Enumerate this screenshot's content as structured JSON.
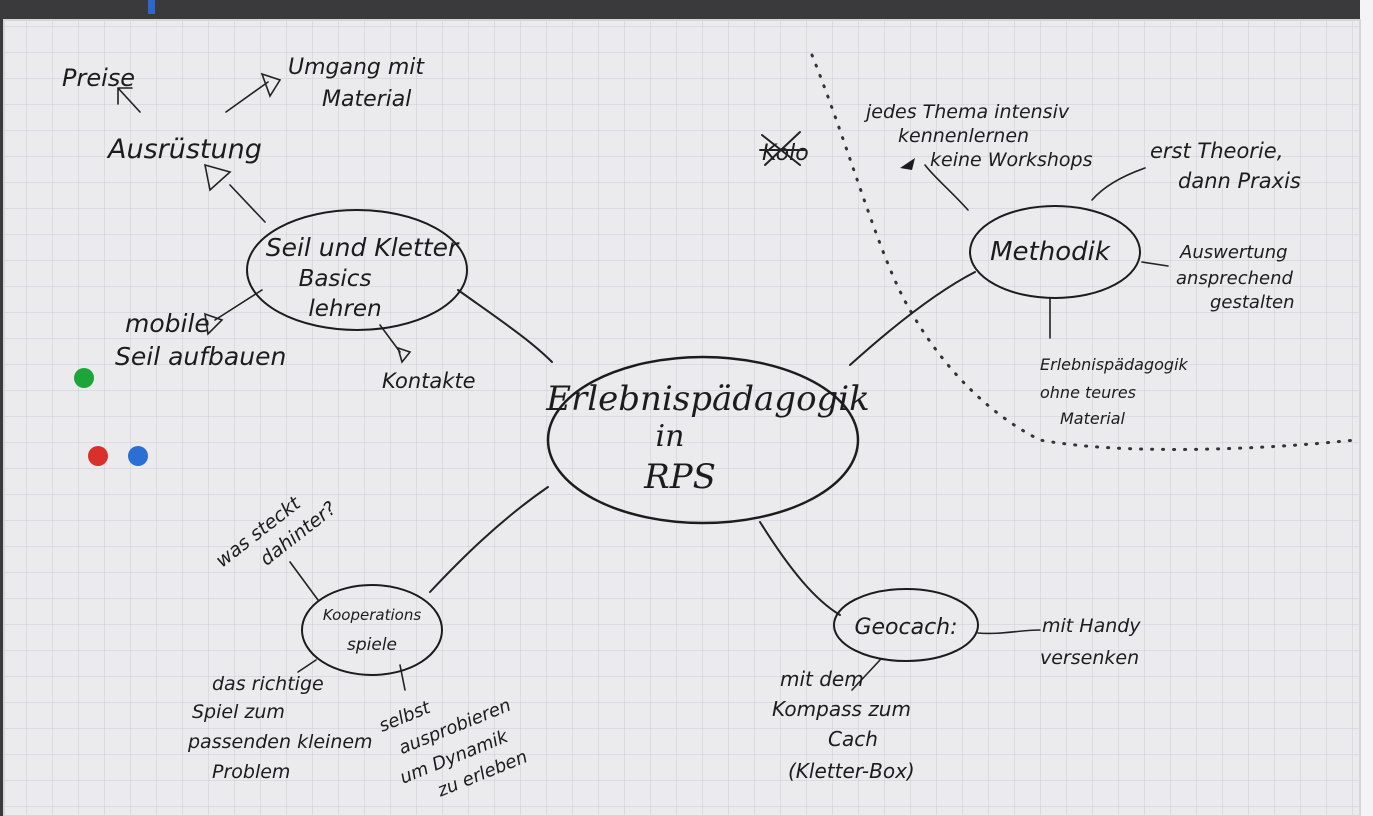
{
  "center": {
    "lines": [
      "Erlebnispädagogik",
      "in",
      "RPS"
    ]
  },
  "nodes": {
    "seil": {
      "lines": [
        "Seil und Kletter",
        "Basics",
        "lehren"
      ]
    },
    "methodik": {
      "label": "Methodik"
    },
    "kooperation": {
      "lines": [
        "Kooperations",
        "spiele"
      ]
    },
    "geocach": {
      "label": "Geocach:"
    }
  },
  "seil_branches": {
    "ausruestung": "Ausrüstung",
    "preise": "Preise",
    "umgang": [
      "Umgang mit",
      "Material"
    ],
    "mobile": [
      "mobile",
      "Seil aufbauen"
    ],
    "kontakte": "Kontakte"
  },
  "methodik_branches": {
    "thema": [
      "jedes Thema intensiv",
      "kennenlernen",
      "keine Workshops"
    ],
    "theorie": [
      "erst Theorie,",
      "dann Praxis"
    ],
    "auswertung": [
      "Auswertung",
      "ansprechend",
      "gestalten"
    ],
    "material": [
      "Erlebnispädagogik",
      "ohne teures",
      "Material"
    ],
    "crossed": "Kolo"
  },
  "kooperation_branches": {
    "dahinter": [
      "was steckt",
      "dahinter?"
    ],
    "spiel": [
      "das richtige",
      "Spiel zum",
      "passenden kleinem",
      "Problem"
    ],
    "selbst": [
      "selbst",
      "ausprobieren",
      "um Dynamik",
      "zu erleben"
    ]
  },
  "geocach_branches": {
    "handy": [
      "mit Handy",
      "versenken"
    ],
    "kompass": [
      "mit dem",
      "Kompass zum",
      "Cach",
      "(Kletter-Box)"
    ]
  },
  "colors": {
    "paper": "#ebebed",
    "grid": "#c9cdd6",
    "ink": "#1c1c1c",
    "dot_green": "#1ea53a",
    "dot_red": "#d9302a",
    "dot_blue": "#2c6fd4",
    "tab_blue": "#2f66c9"
  }
}
